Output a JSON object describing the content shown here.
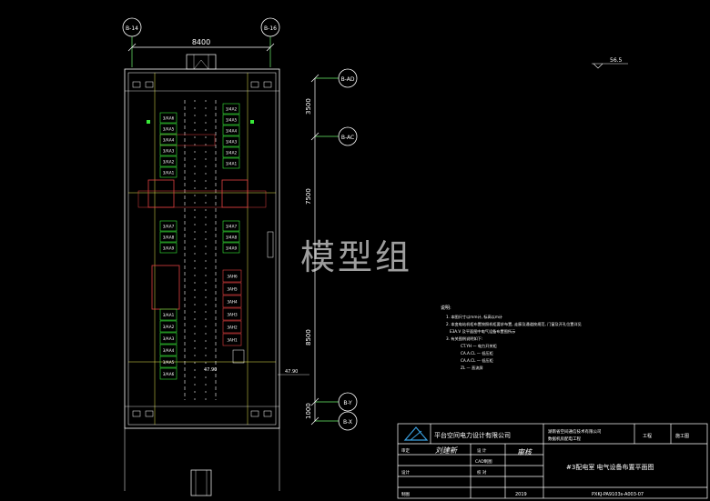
{
  "watermark": "模型组",
  "grid": {
    "top_left": "B-14",
    "top_right": "B-16",
    "top_dim": "8400",
    "elevation": "56.5",
    "right_axes": [
      "B-AD",
      "B-AC",
      "B-Y",
      "B-X"
    ],
    "right_dims": [
      "3500",
      "7500",
      "8500",
      "1000"
    ]
  },
  "floor_levels": [
    "47.90",
    "47.90"
  ],
  "cabinets_left_upper": [
    "3/AA6",
    "3/AA5",
    "3/AA4",
    "3/AA3",
    "3/AA2",
    "3/AA1"
  ],
  "cabinets_right_upper": [
    "3/4A2",
    "3/4A5",
    "3/4A4",
    "3/4A3",
    "3/4A2",
    "3/4A1"
  ],
  "cabinets_left_mid": [
    "3/AA7",
    "3/AA8",
    "3/AA9"
  ],
  "cabinets_right_mid": [
    "3/4A7",
    "3/4A8",
    "3/4A9"
  ],
  "cabinets_left_lower": [
    "3/AA1",
    "3/AA2",
    "3/AA3",
    "3/AA4",
    "3/AA5",
    "3/AA6"
  ],
  "cabinets_right_lower": [
    "3AH6",
    "3AH5",
    "3AH4",
    "3AH3",
    "3AH2",
    "3AH1"
  ],
  "notes": {
    "heading": "说明:",
    "lines": [
      "1. 本图尺寸以mm计, 标高以m计",
      "2. 本变电站机柜布置按照机柜要求布置, 走廊及通道按规范, 门窗及开孔位置详见",
      "E3A.V 及平面图中电气设备布置图所示",
      "3. 有关图例说明如下:",
      "CT.YH — 电力开关柜",
      "CA.A.CL — 低压柜",
      "CA.A.CL — 低压柜",
      "ZL — 直流屏"
    ]
  },
  "title_block": {
    "company": "平台空间电力设计有限公司",
    "project_line1": "湖南省空间通信技术有限公司",
    "project_line2": "数据机房配电工程",
    "stage_label": "工程",
    "stage_value": "施工图",
    "sig1": "审定",
    "sig2": "设计",
    "sig3": "制图",
    "role_a": "设 计",
    "role_b": "CAD制图",
    "role_c": "校 对",
    "signer": "刘建新",
    "check": "审核",
    "date": "2019",
    "drawing_title": "#3配电室  电气设备布置平面图",
    "drawing_no": "PXKJ-PA9103s-A003-07"
  }
}
